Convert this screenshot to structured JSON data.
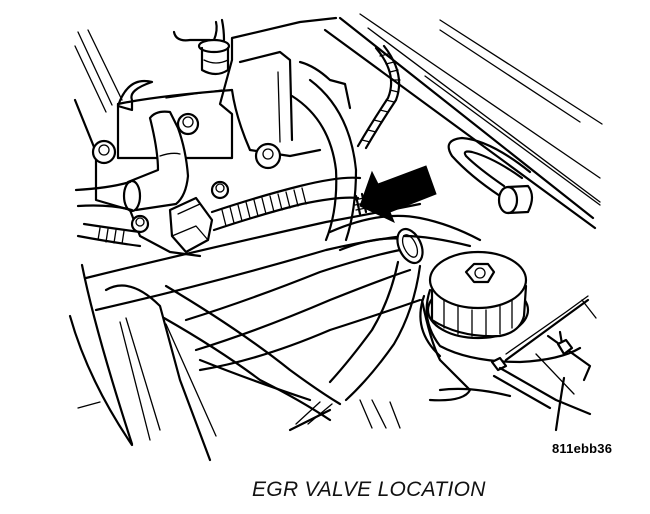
{
  "figure": {
    "caption": "EGR VALVE LOCATION",
    "figure_id": "811ebb36",
    "callout": "arrow-pointing-to-egr-valve",
    "colors": {
      "line": "#000000",
      "background": "#ffffff"
    }
  }
}
